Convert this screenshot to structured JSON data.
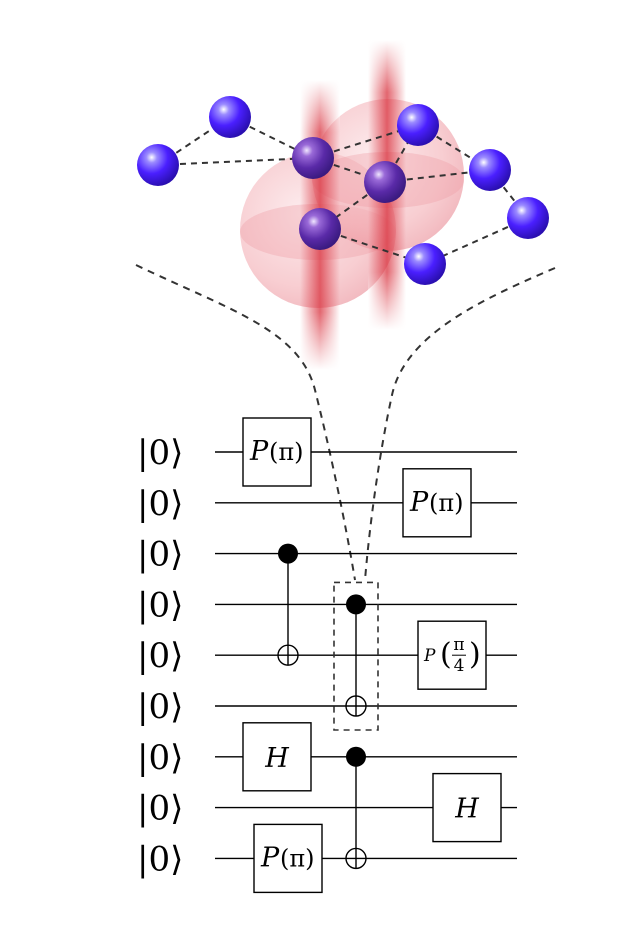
{
  "circuit": {
    "ket_label": "|0⟩",
    "qubit_count": 9,
    "gates": [
      {
        "type": "box",
        "label": "P",
        "arg": "(π)",
        "qubit": 0
      },
      {
        "type": "box",
        "label": "P",
        "arg": "(π)",
        "qubit": 1
      },
      {
        "type": "cnot",
        "control": 2,
        "target": 4
      },
      {
        "type": "cnot",
        "control": 3,
        "target": 5,
        "highlighted": true
      },
      {
        "type": "box",
        "label": "P",
        "arg_frac": {
          "num": "π",
          "den": "4"
        },
        "qubit": 4
      },
      {
        "type": "box",
        "label": "H",
        "qubit": 6
      },
      {
        "type": "cnot",
        "control": 6,
        "target": 8
      },
      {
        "type": "box",
        "label": "H",
        "qubit": 7
      },
      {
        "type": "box",
        "label": "P",
        "arg": "(π)",
        "qubit": 8
      }
    ]
  },
  "atom_array": {
    "atom_color": "#5b2cff",
    "beam_color": "#d9333f",
    "sphere_color": "#f2a6ad",
    "highlighted_atoms": 3
  }
}
